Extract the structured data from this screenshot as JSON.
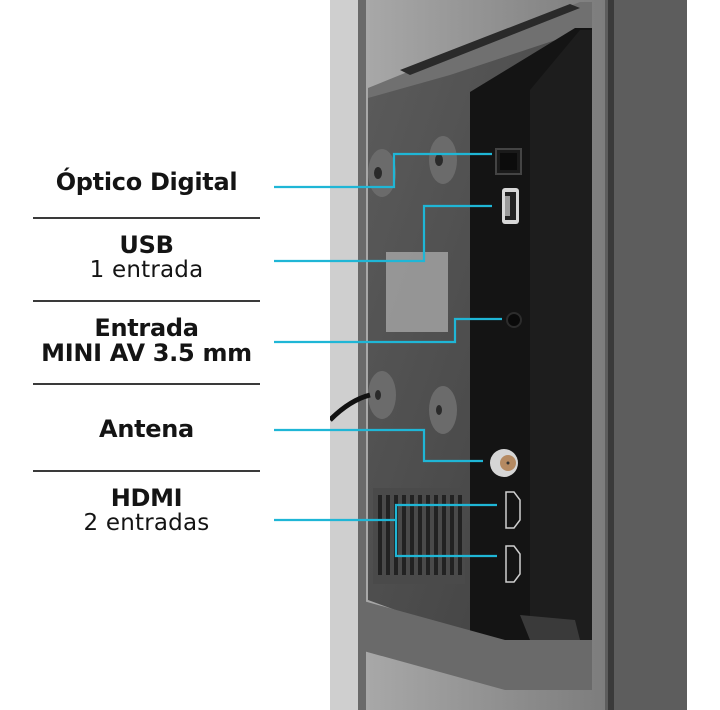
{
  "accent_color": "#1fb6d6",
  "ports": [
    {
      "id": "optical",
      "title": "Óptico Digital",
      "subtitle": ""
    },
    {
      "id": "usb",
      "title": "USB",
      "subtitle": "1 entrada"
    },
    {
      "id": "mini-av",
      "title": "Entrada",
      "title2": "MINI AV 3.5 mm",
      "subtitle": ""
    },
    {
      "id": "antenna",
      "title": "Antena",
      "subtitle": ""
    },
    {
      "id": "hdmi",
      "title": "HDMI",
      "subtitle": "2 entradas"
    }
  ],
  "photo": {
    "subject": "tv-rear-ports-photo",
    "tone": "grayscale"
  }
}
